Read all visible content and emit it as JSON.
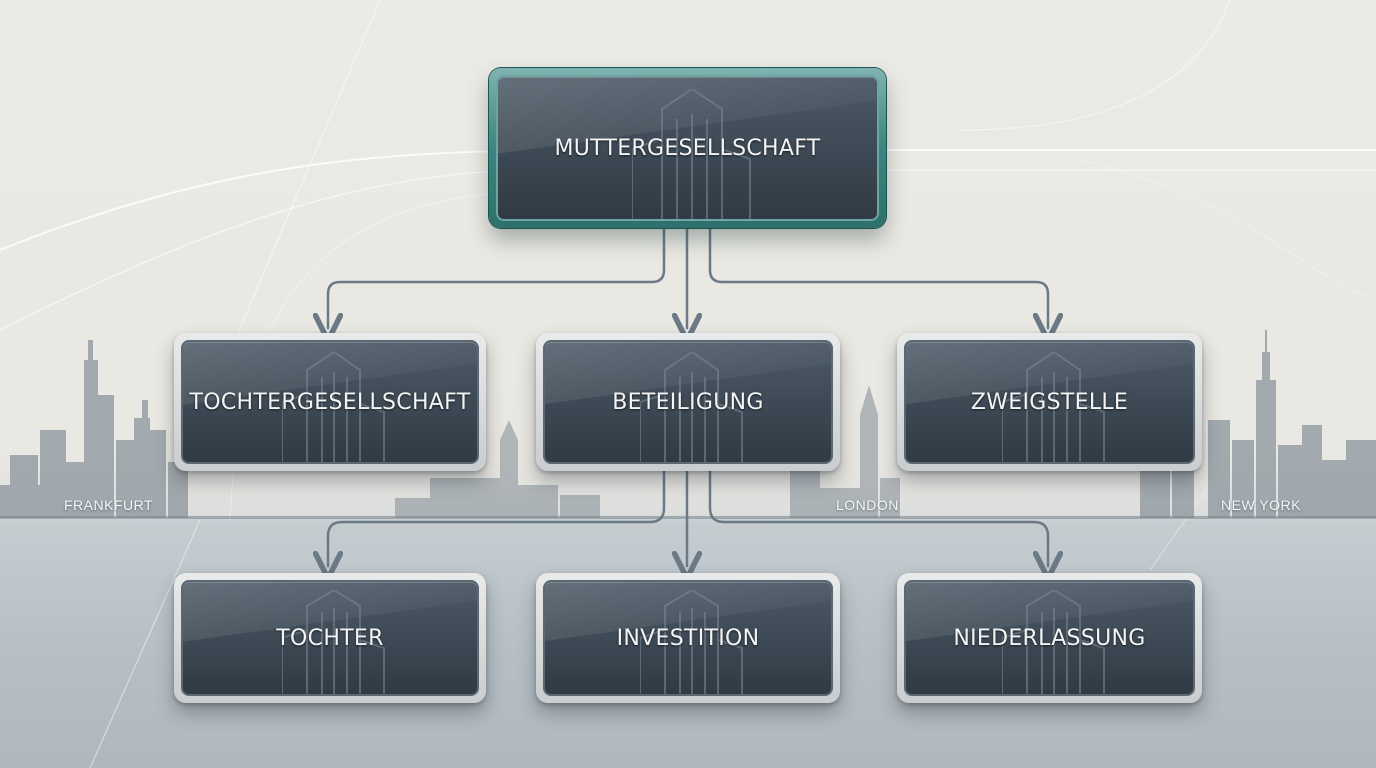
{
  "diagram": {
    "root": {
      "label": "MUTTERGESELLSCHAFT",
      "icon": "building-icon"
    },
    "level1": [
      {
        "label": "TOCHTERGESELLSCHAFT",
        "icon": "building-icon"
      },
      {
        "label": "BETEILIGUNG",
        "icon": "building-icon"
      },
      {
        "label": "ZWEIGSTELLE",
        "icon": "building-icon"
      }
    ],
    "level2": [
      {
        "label": "TOCHTER",
        "icon": "building-icon"
      },
      {
        "label": "INVESTITION",
        "icon": "building-icon"
      },
      {
        "label": "NIEDERLASSUNG",
        "icon": "building-icon"
      }
    ],
    "edges": [
      {
        "from": "MUTTERGESELLSCHAFT",
        "to": "TOCHTERGESELLSCHAFT"
      },
      {
        "from": "MUTTERGESELLSCHAFT",
        "to": "BETEILIGUNG"
      },
      {
        "from": "MUTTERGESELLSCHAFT",
        "to": "ZWEIGSTELLE"
      },
      {
        "from": "BETEILIGUNG",
        "to": "TOCHTER"
      },
      {
        "from": "BETEILIGUNG",
        "to": "INVESTITION"
      },
      {
        "from": "BETEILIGUNG",
        "to": "NIEDERLASSUNG"
      }
    ]
  },
  "cities": [
    "FRANKFURT",
    "LONDON",
    "NEW YORK"
  ],
  "colors": {
    "node_fill": "#3c4853",
    "root_frame": "#3c8580",
    "connector": "#6b7a86",
    "background": "#eceae4"
  }
}
